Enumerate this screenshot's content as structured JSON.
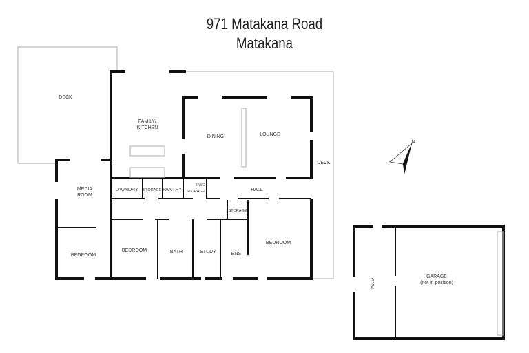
{
  "header": {
    "line1": "971 Matakana Road",
    "line2": "Matakana"
  },
  "rooms": {
    "deck_left": "DECK",
    "family_kitchen_1": "FAMILY/",
    "family_kitchen_2": "KITCHEN",
    "dining": "DINING",
    "lounge": "LOUNGE",
    "deck_right": "DECK",
    "media_1": "MEDIA",
    "media_2": "ROOM",
    "laundry": "LAUNDRY",
    "storage1": "STORAGE",
    "pantry": "PANTRY",
    "hwc": "HWC",
    "storage2": "STORAGE",
    "hall": "HALL",
    "storage3": "STORAGE",
    "bedroom1": "BEDROOM",
    "bedroom2": "BEDROOM",
    "bath": "BATH",
    "study": "STUDY",
    "ens": "ENS",
    "bedroom3": "BEDROOM",
    "gym": "GYM",
    "garage": "GARAGE",
    "garage_note": "(not in position)"
  },
  "compass": {
    "label": "N"
  }
}
